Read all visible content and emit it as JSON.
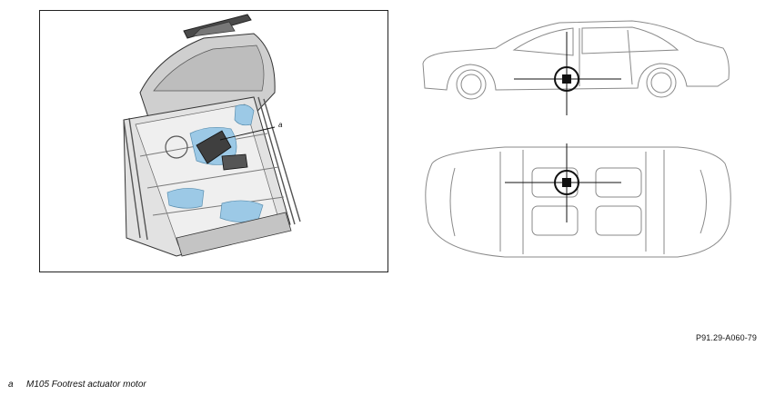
{
  "figure": {
    "callout_label": "a",
    "reference_code": "P91.29-A060-79"
  },
  "legend": {
    "items": [
      {
        "key": "a",
        "text": "M105 Footrest actuator motor"
      }
    ]
  },
  "colors": {
    "frame": "#222222",
    "seat_fill": "#d9d9d9",
    "seat_dark": "#5a5a5a",
    "highlight_blue": "#9cc9e6",
    "car_line": "#888888",
    "marker": "#111111"
  },
  "icons": {
    "location_marker": "crosshair-square-icon"
  }
}
